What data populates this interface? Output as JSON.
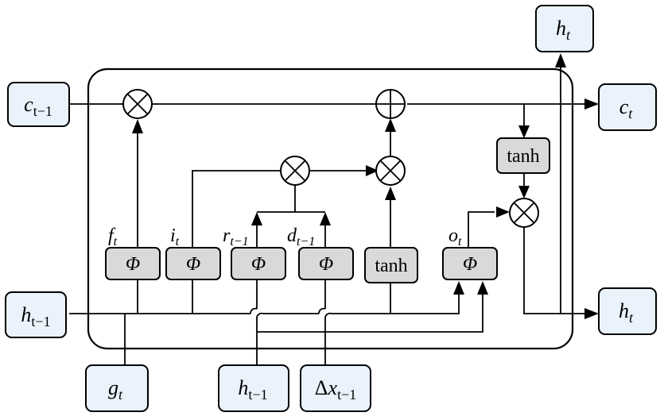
{
  "diagram": {
    "title": "",
    "inputs": [
      {
        "id": "c_prev",
        "main": "c",
        "sub": "t−1"
      },
      {
        "id": "h_prev_left",
        "main": "h",
        "sub": "t−1"
      },
      {
        "id": "g_t",
        "main": "g",
        "sub": "t"
      },
      {
        "id": "h_prev_bottom",
        "main": "h",
        "sub": "t−1"
      },
      {
        "id": "dx_prev",
        "prefix": "Δ",
        "main": "x",
        "sub": "t−1"
      }
    ],
    "outputs": [
      {
        "id": "h_top",
        "main": "h",
        "sub": "t"
      },
      {
        "id": "c_t",
        "main": "c",
        "sub": "t"
      },
      {
        "id": "h_right",
        "main": "h",
        "sub": "t"
      }
    ],
    "gates": [
      {
        "id": "forget",
        "symbol": "Φ",
        "label_main": "f",
        "label_sub": "t"
      },
      {
        "id": "input",
        "symbol": "Φ",
        "label_main": "i",
        "label_sub": "t"
      },
      {
        "id": "r_gate",
        "symbol": "Φ",
        "label_main": "r",
        "label_sub": "t−1"
      },
      {
        "id": "d_gate",
        "symbol": "Φ",
        "label_main": "d",
        "label_sub": "t−1"
      },
      {
        "id": "candidate",
        "symbol": "tanh"
      },
      {
        "id": "output",
        "symbol": "Φ",
        "label_main": "o",
        "label_sub": "t"
      }
    ],
    "cell_tanh": {
      "symbol": "tanh"
    },
    "operators": [
      {
        "id": "mul_forget",
        "type": "multiply"
      },
      {
        "id": "add_cell",
        "type": "add"
      },
      {
        "id": "mul_rd",
        "type": "multiply"
      },
      {
        "id": "mul_input",
        "type": "multiply"
      },
      {
        "id": "mul_output",
        "type": "multiply"
      }
    ],
    "colors": {
      "io_fill": "#eaf2fb",
      "gate_fill": "#d9d9d9",
      "line": "#000000"
    }
  }
}
